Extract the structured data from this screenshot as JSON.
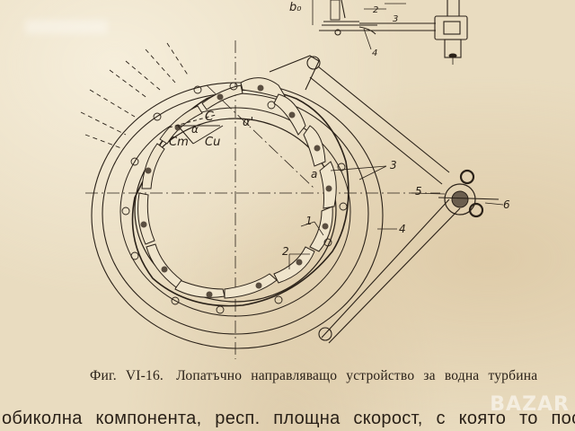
{
  "page": {
    "type": "scanned book page",
    "language": "Bulgarian"
  },
  "figure": {
    "number": "Фиг. VI-16.",
    "caption": "Лопатъчно направляващо устройство за водна турбина",
    "labels": {
      "b0": "b₀",
      "callouts": [
        "1",
        "2",
        "3",
        "4",
        "5",
        "6"
      ],
      "velocity_c": "C",
      "velocity_cm": "Cm",
      "velocity_cu": "Cu",
      "angle_alpha": "α",
      "angle_alpha_prime": "α'",
      "angle_a": "a"
    },
    "inset_callouts": [
      "2",
      "3",
      "4"
    ]
  },
  "body_text": {
    "line": "обиколна компонента, респ. площна скорост, с която то постъпва в"
  },
  "watermark": "BAZAR"
}
